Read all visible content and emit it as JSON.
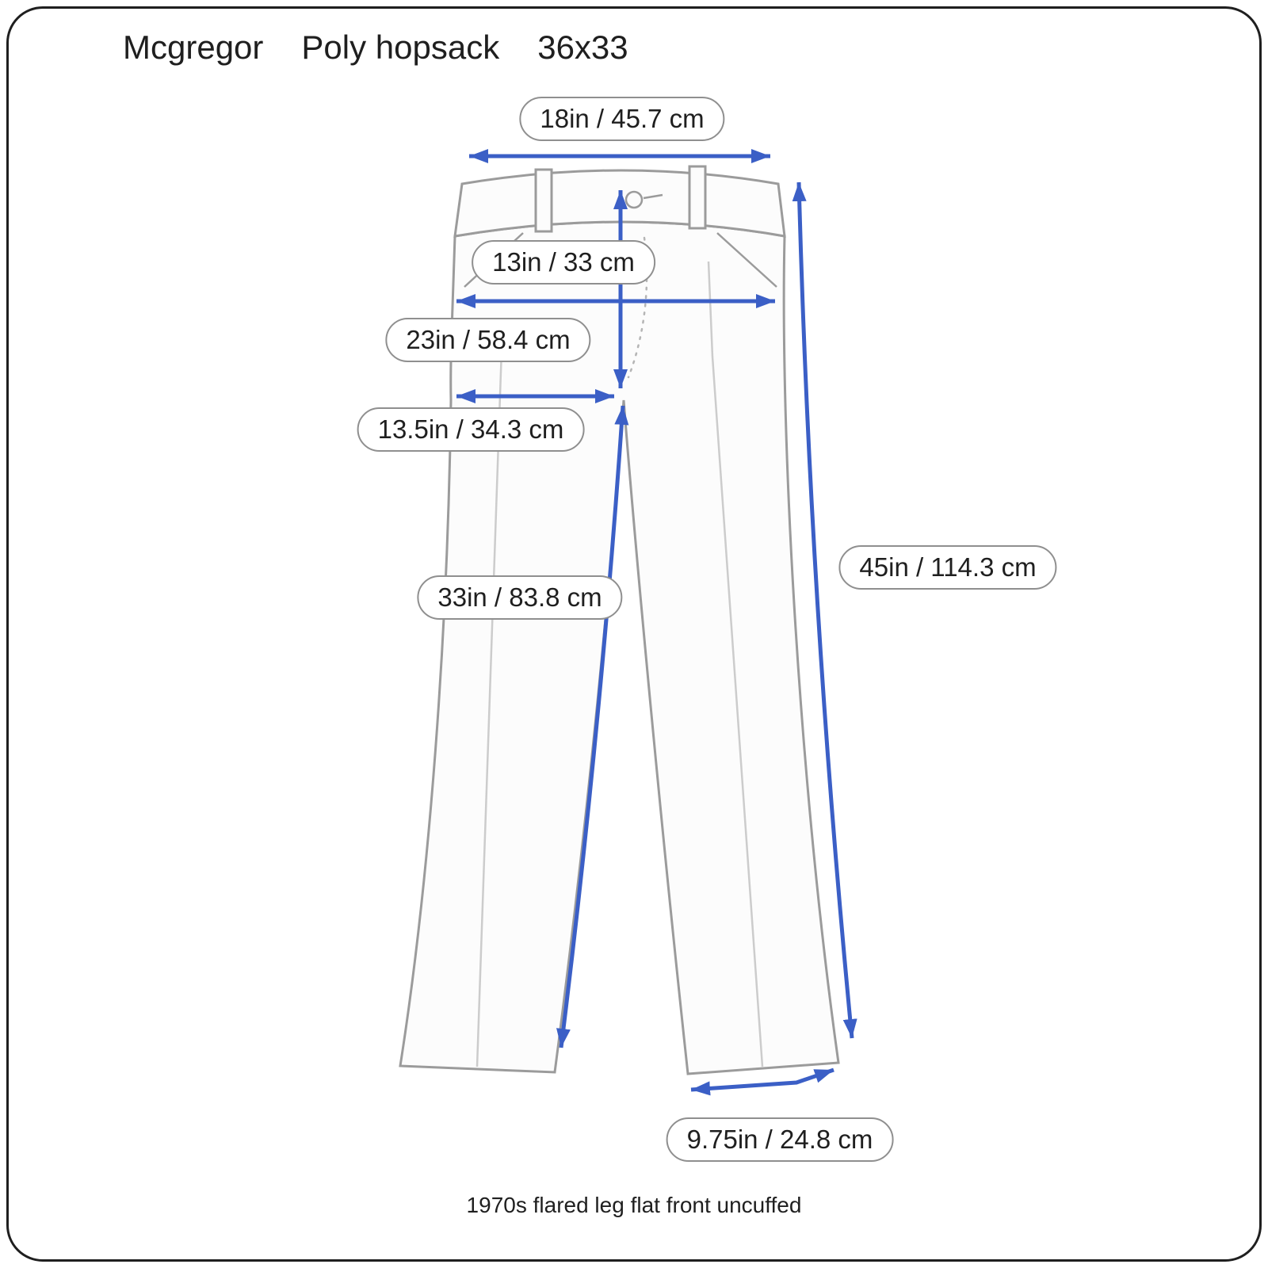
{
  "title": {
    "brand": "Mcgregor",
    "fabric": "Poly hopsack",
    "size": "36x33"
  },
  "measurements": {
    "waist": "18in / 45.7 cm",
    "rise": "13in / 33 cm",
    "hip": "23in / 58.4 cm",
    "thigh": "13.5in / 34.3 cm",
    "inseam": "33in / 83.8 cm",
    "outseam": "45in / 114.3 cm",
    "leg_opening": "9.75in / 24.8 cm"
  },
  "footer": {
    "description": "1970s flared leg flat front uncuffed"
  },
  "colors": {
    "accent": "#3b5fc6",
    "outline": "#9b9b9b",
    "crease": "#cccccc",
    "border": "#1f1f1f",
    "label_border": "#8f8f8f",
    "text": "#1f1f1f",
    "background": "#ffffff",
    "garment": "#fcfcfc"
  }
}
